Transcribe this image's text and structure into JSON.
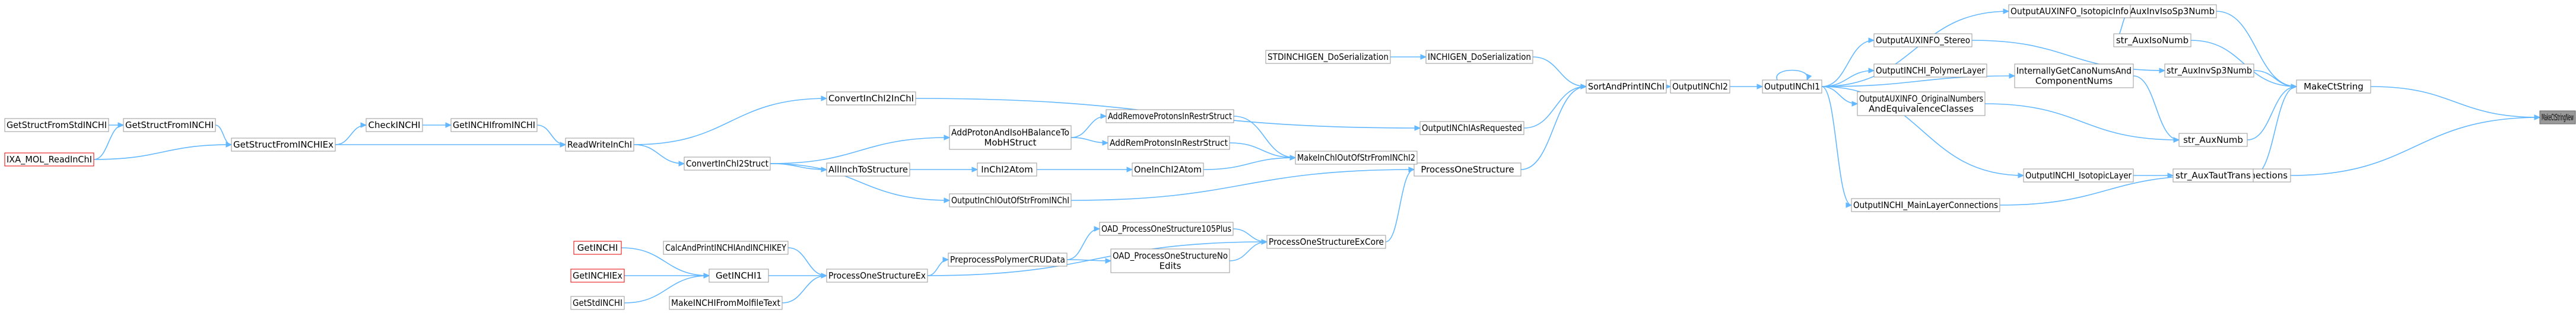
{
  "graph": {
    "root": "MakeCtStringNew",
    "nodes": [
      {
        "id": "MakeCtStringNew",
        "label": [
          "MakeCtStringNew"
        ],
        "style": "root"
      },
      {
        "id": "MakeCtString",
        "label": [
          "MakeCtString"
        ]
      },
      {
        "id": "str_Connections",
        "label": [
          "str_Connections"
        ]
      },
      {
        "id": "str_AuxInvIsoSp3Numb",
        "label": [
          "str_AuxInvIsoSp3Numb"
        ]
      },
      {
        "id": "str_AuxIsoNumb",
        "label": [
          "str_AuxIsoNumb"
        ]
      },
      {
        "id": "str_AuxInvSp3Numb",
        "label": [
          "str_AuxInvSp3Numb"
        ]
      },
      {
        "id": "str_AuxNumb",
        "label": [
          "str_AuxNumb"
        ]
      },
      {
        "id": "str_AuxTautTrans",
        "label": [
          "str_AuxTautTrans"
        ]
      },
      {
        "id": "OutputAUXINFO_IsotopicInfo",
        "label": [
          "OutputAUXINFO_IsotopicInfo"
        ]
      },
      {
        "id": "OutputAUXINFO_Stereo",
        "label": [
          "OutputAUXINFO_Stereo"
        ]
      },
      {
        "id": "OutputINCHI_PolymerLayer",
        "label": [
          "OutputINCHI_PolymerLayer"
        ]
      },
      {
        "id": "InternallyGetCanoNumsAndComponentNums",
        "label": [
          "InternallyGetCanoNumsAnd",
          "ComponentNums"
        ]
      },
      {
        "id": "OutputAUXINFO_OriginalNumbersAndEquivalenceClasses",
        "label": [
          "OutputAUXINFO_OriginalNumbers",
          "AndEquivalenceClasses"
        ]
      },
      {
        "id": "OutputINCHI_IsotopicLayer",
        "label": [
          "OutputINCHI_IsotopicLayer"
        ]
      },
      {
        "id": "OutputINCHI_MainLayerConnections",
        "label": [
          "OutputINCHI_MainLayerConnections"
        ]
      },
      {
        "id": "OutputINChI1",
        "label": [
          "OutputINChI1"
        ]
      },
      {
        "id": "OutputINChI2",
        "label": [
          "OutputINChI2"
        ]
      },
      {
        "id": "SortAndPrintINChI",
        "label": [
          "SortAndPrintINChI"
        ]
      },
      {
        "id": "INCHIGEN_DoSerialization",
        "label": [
          "INCHIGEN_DoSerialization"
        ]
      },
      {
        "id": "STDINCHIGEN_DoSerialization",
        "label": [
          "STDINCHIGEN_DoSerialization"
        ]
      },
      {
        "id": "OutputINChIAsRequested",
        "label": [
          "OutputINChIAsRequested"
        ]
      },
      {
        "id": "ConvertInChI2InChI",
        "label": [
          "ConvertInChI2InChI"
        ]
      },
      {
        "id": "ProcessOneStructure",
        "label": [
          "ProcessOneStructure"
        ]
      },
      {
        "id": "MakeInChIOutOfStrFromINChI2",
        "label": [
          "MakeInChIOutOfStrFromINChI2"
        ]
      },
      {
        "id": "AddRemoveProtonsInRestrStruct",
        "label": [
          "AddRemoveProtonsInRestrStruct"
        ]
      },
      {
        "id": "AddRemProtonsInRestrStruct",
        "label": [
          "AddRemProtonsInRestrStruct"
        ]
      },
      {
        "id": "OneInChI2Atom",
        "label": [
          "OneInChI2Atom"
        ]
      },
      {
        "id": "AddProtonAndIsoHBalanceToMobHStruct",
        "label": [
          "AddProtonAndIsoHBalanceTo",
          "MobHStruct"
        ]
      },
      {
        "id": "InChI2Atom",
        "label": [
          "InChI2Atom"
        ]
      },
      {
        "id": "AllInchToStructure",
        "label": [
          "AllInchToStructure"
        ]
      },
      {
        "id": "OutputInChIOutOfStrFromINChI",
        "label": [
          "OutputInChIOutOfStrFromINChI"
        ]
      },
      {
        "id": "ConvertInChI2Struct",
        "label": [
          "ConvertInChI2Struct"
        ]
      },
      {
        "id": "ReadWriteInChI",
        "label": [
          "ReadWriteInChI"
        ]
      },
      {
        "id": "GetINCHIfromINCHI",
        "label": [
          "GetINCHIfromINCHI"
        ]
      },
      {
        "id": "CheckINCHI",
        "label": [
          "CheckINCHI"
        ]
      },
      {
        "id": "GetStructFromINCHIEx",
        "label": [
          "GetStructFromINCHIEx"
        ]
      },
      {
        "id": "GetStructFromINCHI",
        "label": [
          "GetStructFromINCHI"
        ]
      },
      {
        "id": "GetStructFromStdINCHI",
        "label": [
          "GetStructFromStdINCHI"
        ]
      },
      {
        "id": "IXA_MOL_ReadInChI",
        "label": [
          "IXA_MOL_ReadInChI"
        ],
        "style": "red"
      },
      {
        "id": "ProcessOneStructureExCore",
        "label": [
          "ProcessOneStructureExCore"
        ]
      },
      {
        "id": "OAD_ProcessOneStructure105Plus",
        "label": [
          "OAD_ProcessOneStructure105Plus"
        ]
      },
      {
        "id": "OAD_ProcessOneStructureNoEdits",
        "label": [
          "OAD_ProcessOneStructureNo",
          "Edits"
        ]
      },
      {
        "id": "PreprocessPolymerCRUData",
        "label": [
          "PreprocessPolymerCRUData"
        ]
      },
      {
        "id": "ProcessOneStructureEx",
        "label": [
          "ProcessOneStructureEx"
        ]
      },
      {
        "id": "CalcAndPrintINCHIAndINCHIKEY",
        "label": [
          "CalcAndPrintINCHIAndINCHIKEY"
        ]
      },
      {
        "id": "GetINCHI1",
        "label": [
          "GetINCHI1"
        ]
      },
      {
        "id": "MakeINCHIFromMolfileText",
        "label": [
          "MakeINCHIFromMolfileText"
        ]
      },
      {
        "id": "GetINCHI",
        "label": [
          "GetINCHI"
        ],
        "style": "red"
      },
      {
        "id": "GetINCHIEx",
        "label": [
          "GetINCHIEx"
        ],
        "style": "red"
      },
      {
        "id": "GetStdINCHI",
        "label": [
          "GetStdINCHI"
        ]
      }
    ],
    "edges": [
      [
        "MakeCtString",
        "MakeCtStringNew"
      ],
      [
        "str_Connections",
        "MakeCtStringNew"
      ],
      [
        "str_AuxInvIsoSp3Numb",
        "MakeCtString"
      ],
      [
        "str_AuxIsoNumb",
        "MakeCtString"
      ],
      [
        "str_AuxInvSp3Numb",
        "MakeCtString"
      ],
      [
        "str_AuxNumb",
        "MakeCtString"
      ],
      [
        "str_AuxTautTrans",
        "MakeCtString"
      ],
      [
        "OutputAUXINFO_IsotopicInfo",
        "str_AuxInvIsoSp3Numb"
      ],
      [
        "OutputAUXINFO_IsotopicInfo",
        "str_AuxIsoNumb"
      ],
      [
        "OutputAUXINFO_Stereo",
        "str_AuxInvSp3Numb"
      ],
      [
        "InternallyGetCanoNumsAndComponentNums",
        "str_AuxNumb"
      ],
      [
        "OutputAUXINFO_OriginalNumbersAndEquivalenceClasses",
        "str_AuxNumb"
      ],
      [
        "OutputINCHI_IsotopicLayer",
        "str_AuxTautTrans"
      ],
      [
        "OutputINCHI_MainLayerConnections",
        "str_Connections"
      ],
      [
        "OutputINChI1",
        "OutputAUXINFO_IsotopicInfo"
      ],
      [
        "OutputINChI1",
        "OutputAUXINFO_Stereo"
      ],
      [
        "OutputINChI1",
        "OutputINCHI_PolymerLayer"
      ],
      [
        "OutputINChI1",
        "InternallyGetCanoNumsAndComponentNums"
      ],
      [
        "OutputINChI1",
        "OutputAUXINFO_OriginalNumbersAndEquivalenceClasses"
      ],
      [
        "OutputINChI1",
        "OutputINCHI_IsotopicLayer"
      ],
      [
        "OutputINChI1",
        "OutputINCHI_MainLayerConnections"
      ],
      [
        "OutputINChI1",
        "OutputINChI1"
      ],
      [
        "OutputINChI2",
        "OutputINChI1"
      ],
      [
        "SortAndPrintINChI",
        "OutputINChI2"
      ],
      [
        "INCHIGEN_DoSerialization",
        "SortAndPrintINChI"
      ],
      [
        "STDINCHIGEN_DoSerialization",
        "INCHIGEN_DoSerialization"
      ],
      [
        "OutputINChIAsRequested",
        "SortAndPrintINChI"
      ],
      [
        "ProcessOneStructure",
        "SortAndPrintINChI"
      ],
      [
        "ConvertInChI2InChI",
        "OutputINChIAsRequested"
      ],
      [
        "ReadWriteInChI",
        "ConvertInChI2InChI"
      ],
      [
        "ReadWriteInChI",
        "ConvertInChI2Struct"
      ],
      [
        "MakeInChIOutOfStrFromINChI2",
        "ProcessOneStructure"
      ],
      [
        "OutputInChIOutOfStrFromINChI",
        "ProcessOneStructure"
      ],
      [
        "ProcessOneStructureExCore",
        "ProcessOneStructure"
      ],
      [
        "AddRemoveProtonsInRestrStruct",
        "MakeInChIOutOfStrFromINChI2"
      ],
      [
        "AddRemProtonsInRestrStruct",
        "MakeInChIOutOfStrFromINChI2"
      ],
      [
        "OneInChI2Atom",
        "MakeInChIOutOfStrFromINChI2"
      ],
      [
        "AddProtonAndIsoHBalanceToMobHStruct",
        "AddRemoveProtonsInRestrStruct"
      ],
      [
        "AddProtonAndIsoHBalanceToMobHStruct",
        "AddRemProtonsInRestrStruct"
      ],
      [
        "InChI2Atom",
        "OneInChI2Atom"
      ],
      [
        "AllInchToStructure",
        "InChI2Atom"
      ],
      [
        "ConvertInChI2Struct",
        "AddProtonAndIsoHBalanceToMobHStruct"
      ],
      [
        "ConvertInChI2Struct",
        "AllInchToStructure"
      ],
      [
        "ConvertInChI2Struct",
        "OutputInChIOutOfStrFromINChI"
      ],
      [
        "GetINCHIfromINCHI",
        "ReadWriteInChI"
      ],
      [
        "GetStructFromINCHIEx",
        "ReadWriteInChI"
      ],
      [
        "CheckINCHI",
        "GetINCHIfromINCHI"
      ],
      [
        "GetStructFromINCHIEx",
        "CheckINCHI"
      ],
      [
        "GetStructFromINCHI",
        "GetStructFromINCHIEx"
      ],
      [
        "IXA_MOL_ReadInChI",
        "GetStructFromINCHIEx"
      ],
      [
        "GetStructFromStdINCHI",
        "GetStructFromINCHI"
      ],
      [
        "IXA_MOL_ReadInChI",
        "GetStructFromINCHI"
      ],
      [
        "OAD_ProcessOneStructure105Plus",
        "ProcessOneStructureExCore"
      ],
      [
        "OAD_ProcessOneStructureNoEdits",
        "ProcessOneStructureExCore"
      ],
      [
        "ProcessOneStructureEx",
        "ProcessOneStructureExCore"
      ],
      [
        "PreprocessPolymerCRUData",
        "OAD_ProcessOneStructure105Plus"
      ],
      [
        "PreprocessPolymerCRUData",
        "OAD_ProcessOneStructureNoEdits"
      ],
      [
        "ProcessOneStructureEx",
        "PreprocessPolymerCRUData"
      ],
      [
        "CalcAndPrintINCHIAndINCHIKEY",
        "ProcessOneStructureEx"
      ],
      [
        "GetINCHI1",
        "ProcessOneStructureEx"
      ],
      [
        "MakeINCHIFromMolfileText",
        "ProcessOneStructureEx"
      ],
      [
        "GetINCHI",
        "GetINCHI1"
      ],
      [
        "GetINCHIEx",
        "GetINCHI1"
      ],
      [
        "GetStdINCHI",
        "GetINCHI1"
      ]
    ]
  }
}
